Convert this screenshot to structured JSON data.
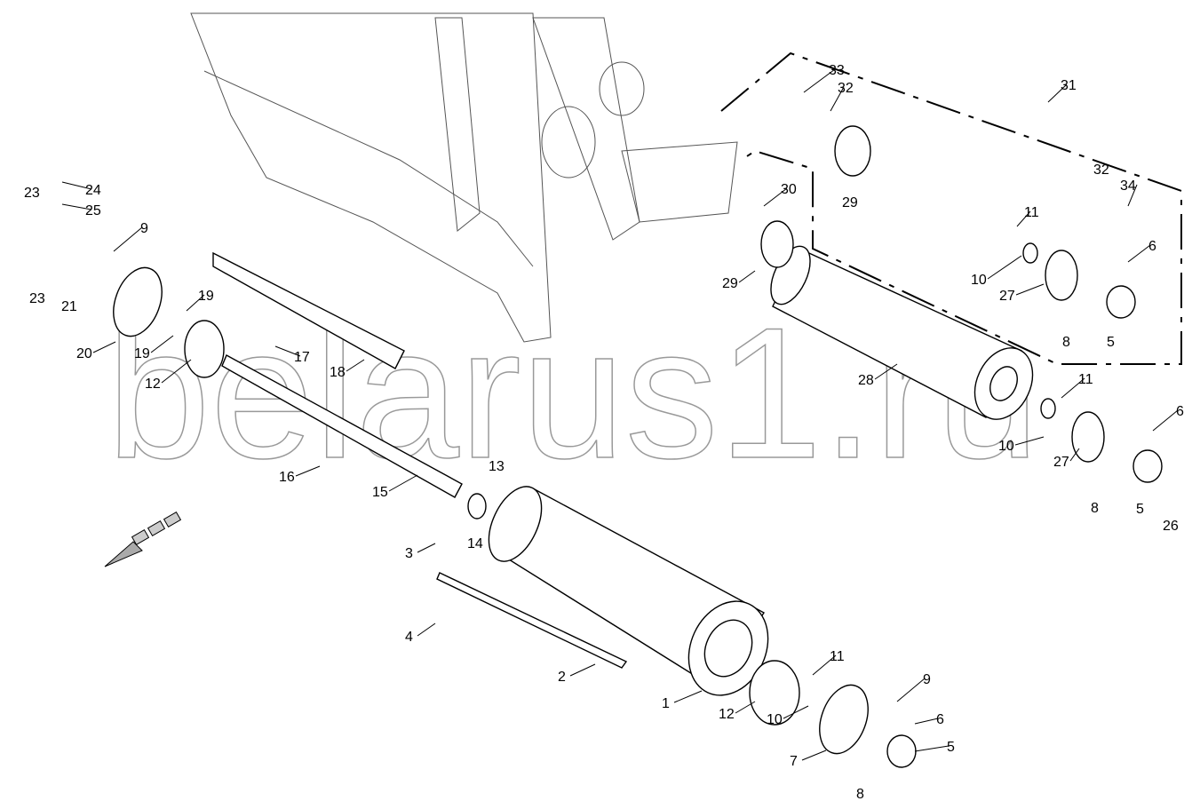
{
  "watermark": "belarus1.ru",
  "callouts": [
    "33",
    "32",
    "31",
    "24",
    "23",
    "25",
    "9",
    "23",
    "21",
    "19",
    "20",
    "19",
    "12",
    "17",
    "18",
    "30",
    "29",
    "29",
    "11",
    "10",
    "32",
    "34",
    "6",
    "27",
    "8",
    "5",
    "28",
    "11",
    "10",
    "27",
    "6",
    "8",
    "5",
    "26",
    "16",
    "15",
    "13",
    "14",
    "3",
    "4",
    "2",
    "1",
    "11",
    "12",
    "10",
    "9",
    "6",
    "5",
    "7",
    "8"
  ]
}
